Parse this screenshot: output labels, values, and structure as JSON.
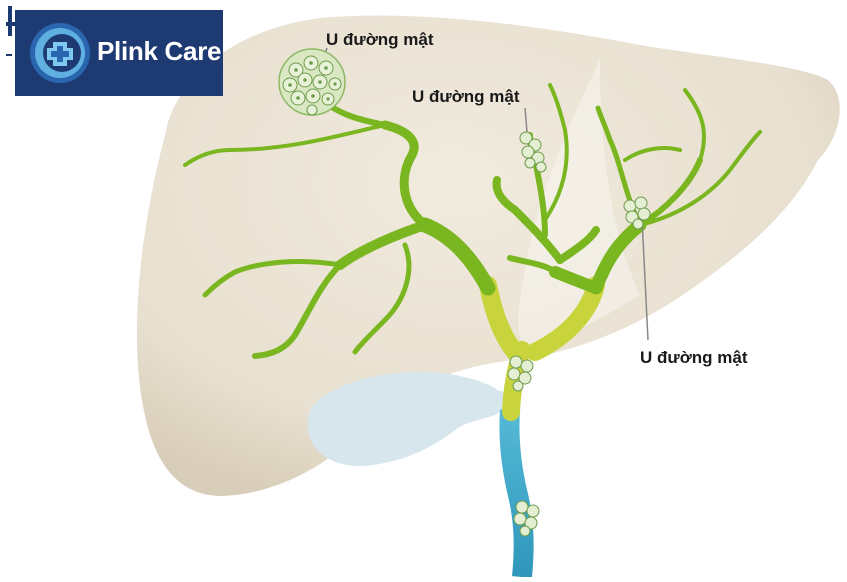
{
  "brand": {
    "name": "Plink Care",
    "color": "#1e3a73",
    "icon": "medical-cross-shield-icon"
  },
  "labels": [
    {
      "id": "tumor-label-1",
      "text": "U đường mật"
    },
    {
      "id": "tumor-label-2",
      "text": "U đường mật"
    },
    {
      "id": "tumor-label-3",
      "text": "U đường mật"
    }
  ],
  "colors": {
    "liver": "#e9e2d3",
    "bile_duct_intrahepatic": "#79b61f",
    "bile_duct_junction": "#c9d43c",
    "common_bile_duct": "#3fa9c9",
    "gallbladder": "#d7e6ec",
    "tumor": "#cfe3b5"
  }
}
